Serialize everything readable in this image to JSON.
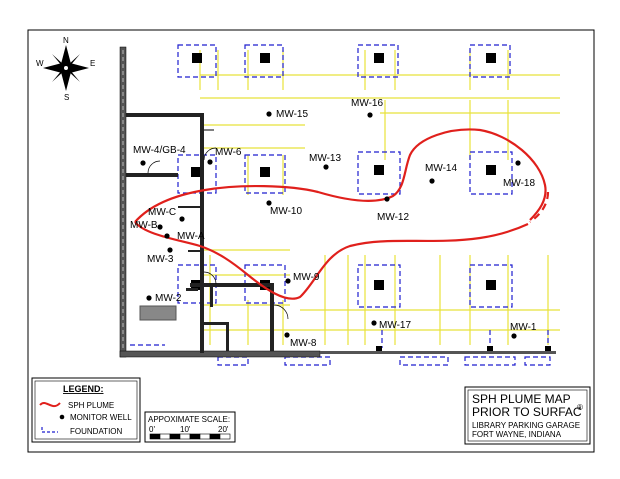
{
  "compass": {
    "n": "N",
    "s": "S",
    "e": "E",
    "w": "W"
  },
  "wells": [
    {
      "id": "MW-15",
      "label": "MW-15"
    },
    {
      "id": "MW-16",
      "label": "MW-16"
    },
    {
      "id": "MW-4/GB-4",
      "label": "MW-4/GB-4"
    },
    {
      "id": "MW-6",
      "label": "MW-6"
    },
    {
      "id": "MW-13",
      "label": "MW-13"
    },
    {
      "id": "MW-14",
      "label": "MW-14"
    },
    {
      "id": "MW-18",
      "label": "MW-18"
    },
    {
      "id": "MW-10",
      "label": "MW-10"
    },
    {
      "id": "MW-12",
      "label": "MW-12"
    },
    {
      "id": "MW-C",
      "label": "MW-C"
    },
    {
      "id": "MW-B",
      "label": "MW-B"
    },
    {
      "id": "MW-A",
      "label": "MW-A"
    },
    {
      "id": "MW-3",
      "label": "MW-3"
    },
    {
      "id": "MW-9",
      "label": "MW-9"
    },
    {
      "id": "MW-2",
      "label": "MW-2"
    },
    {
      "id": "MW-17",
      "label": "MW-17"
    },
    {
      "id": "MW-1",
      "label": "MW-1"
    },
    {
      "id": "MW-8",
      "label": "MW-8"
    }
  ],
  "legend": {
    "title": "LEGEND:",
    "plume": "SPH PLUME",
    "well": "MONITOR WELL",
    "foundation": "FOUNDATION"
  },
  "scale": {
    "title": "APPOXIMATE SCALE:",
    "t0": "0'",
    "t1": "10'",
    "t2": "20'"
  },
  "title_block": {
    "line1": "SPH PLUME MAP",
    "line2": "PRIOR TO SURFAC",
    "reg": "®",
    "line3": "LIBRARY PARKING GARAGE",
    "line4": "FORT WAYNE, INDIANA"
  },
  "colors": {
    "plume": "#e0201c",
    "foundation": "#1f1fcf",
    "grid": "#e8e23a",
    "wall": "#555555"
  }
}
